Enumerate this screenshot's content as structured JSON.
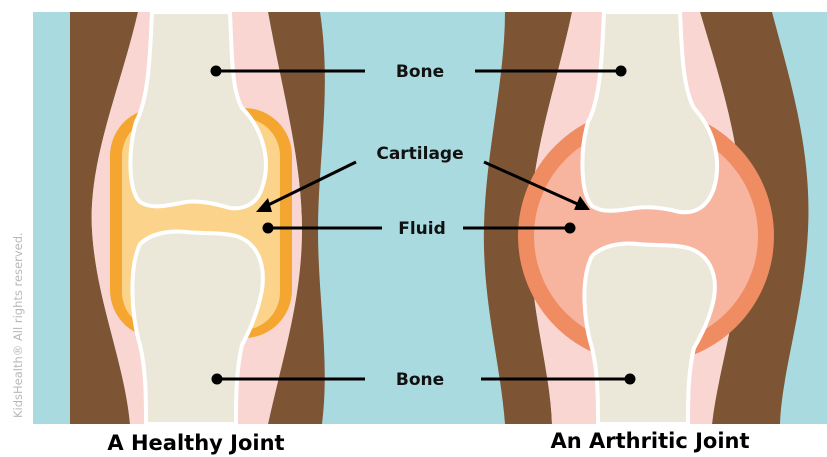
{
  "labels": {
    "bone_top": "Bone",
    "cartilage": "Cartilage",
    "fluid": "Fluid",
    "bone_bottom": "Bone"
  },
  "captions": {
    "healthy": "A Healthy Joint",
    "arthritic": "An Arthritic Joint"
  },
  "copyright": "KidsHealth® All rights reserved.",
  "colors": {
    "background": "#a9dadf",
    "muscle": "#7d5534",
    "soft_tissue": "#f9d6d2",
    "bone": "#ebe8d9",
    "healthy_capsule": "#f5a630",
    "healthy_fluid": "#fbd38a",
    "arthritic_capsule": "#f08c62",
    "arthritic_fluid": "#f7b5a0"
  }
}
